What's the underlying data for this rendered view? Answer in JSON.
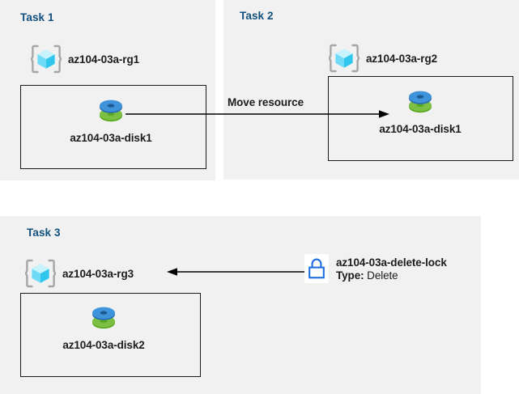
{
  "diagram": {
    "title": "Azure resource group tasks diagram",
    "colors": {
      "panel_background": "#f1f1f1",
      "page_background": "#ffffff",
      "task_label": "#12507e",
      "body_text": "#1c1c1c",
      "box_border": "#1a1a1a",
      "lock_blue": "#1f6fe0",
      "disk_blue": "#3b8fd4",
      "disk_green": "#74b72e",
      "rg_cube_light": "#8fe6fb",
      "rg_bracket_gray": "#a6a6a6"
    },
    "panels": [
      {
        "id": "task1",
        "label": "Task 1",
        "resource_group": {
          "icon": "resource-group-icon",
          "name": "az104-03a-rg1"
        },
        "resource": {
          "icon": "managed-disk-icon",
          "name": "az104-03a-disk1"
        }
      },
      {
        "id": "task2",
        "label": "Task 2",
        "resource_group": {
          "icon": "resource-group-icon",
          "name": "az104-03a-rg2"
        },
        "resource": {
          "icon": "managed-disk-icon",
          "name": "az104-03a-disk1"
        }
      },
      {
        "id": "task3",
        "label": "Task 3",
        "resource_group": {
          "icon": "resource-group-icon",
          "name": "az104-03a-rg3"
        },
        "resource": {
          "icon": "managed-disk-icon",
          "name": "az104-03a-disk2"
        },
        "lock": {
          "icon": "lock-icon",
          "name": "az104-03a-delete-lock",
          "type_key": "Type:",
          "type_value": "Delete"
        }
      }
    ],
    "connectors": [
      {
        "id": "move-resource",
        "label": "Move resource",
        "from": "az104-03a-disk1 (Task 1)",
        "to": "az104-03a-disk1 (Task 2)",
        "direction": "right"
      },
      {
        "id": "lock-applies-to-rg3",
        "label": "",
        "from": "az104-03a-delete-lock",
        "to": "az104-03a-rg3",
        "direction": "left"
      }
    ]
  }
}
